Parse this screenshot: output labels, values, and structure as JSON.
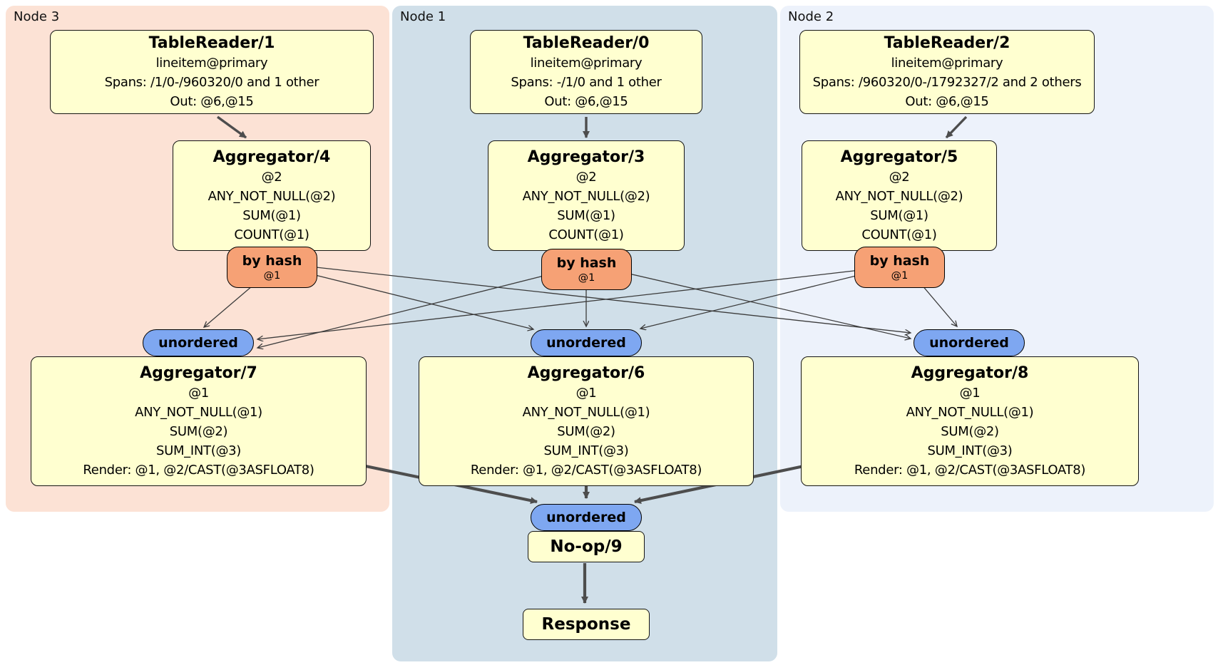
{
  "regions": {
    "node3": {
      "label": "Node 3"
    },
    "node1": {
      "label": "Node 1"
    },
    "node2": {
      "label": "Node 2"
    }
  },
  "processors": {
    "tr1": {
      "title": "TableReader/1",
      "lines": [
        "lineitem@primary",
        "Spans: /1/0-/960320/0 and 1 other",
        "Out: @6,@15"
      ]
    },
    "tr0": {
      "title": "TableReader/0",
      "lines": [
        "lineitem@primary",
        "Spans: -/1/0 and 1 other",
        "Out: @6,@15"
      ]
    },
    "tr2": {
      "title": "TableReader/2",
      "lines": [
        "lineitem@primary",
        "Spans: /960320/0-/1792327/2 and 2 others",
        "Out: @6,@15"
      ]
    },
    "agg4": {
      "title": "Aggregator/4",
      "lines": [
        "@2",
        "ANY_NOT_NULL(@2)",
        "SUM(@1)",
        "COUNT(@1)"
      ]
    },
    "agg3": {
      "title": "Aggregator/3",
      "lines": [
        "@2",
        "ANY_NOT_NULL(@2)",
        "SUM(@1)",
        "COUNT(@1)"
      ]
    },
    "agg5": {
      "title": "Aggregator/5",
      "lines": [
        "@2",
        "ANY_NOT_NULL(@2)",
        "SUM(@1)",
        "COUNT(@1)"
      ]
    },
    "agg7": {
      "title": "Aggregator/7",
      "lines": [
        "@1",
        "ANY_NOT_NULL(@1)",
        "SUM(@2)",
        "SUM_INT(@3)",
        "Render: @1, @2/CAST(@3ASFLOAT8)"
      ]
    },
    "agg6": {
      "title": "Aggregator/6",
      "lines": [
        "@1",
        "ANY_NOT_NULL(@1)",
        "SUM(@2)",
        "SUM_INT(@3)",
        "Render: @1, @2/CAST(@3ASFLOAT8)"
      ]
    },
    "agg8": {
      "title": "Aggregator/8",
      "lines": [
        "@1",
        "ANY_NOT_NULL(@1)",
        "SUM(@2)",
        "SUM_INT(@3)",
        "Render: @1, @2/CAST(@3ASFLOAT8)"
      ]
    },
    "noop": {
      "title": "No-op/9"
    },
    "response": {
      "title": "Response"
    }
  },
  "router": {
    "label": "by hash",
    "detail": "@1"
  },
  "sync": {
    "label": "unordered"
  },
  "colors": {
    "node3_bg": "#fce2d5",
    "node1_bg": "#d0dfe9",
    "node2_bg": "#edf2fb",
    "processor_bg": "#ffffd0",
    "router_bg": "#f6a175",
    "sync_bg": "#7ea7f1",
    "edge": "#3c3c3c",
    "thick_edge": "#4d4d4d"
  }
}
